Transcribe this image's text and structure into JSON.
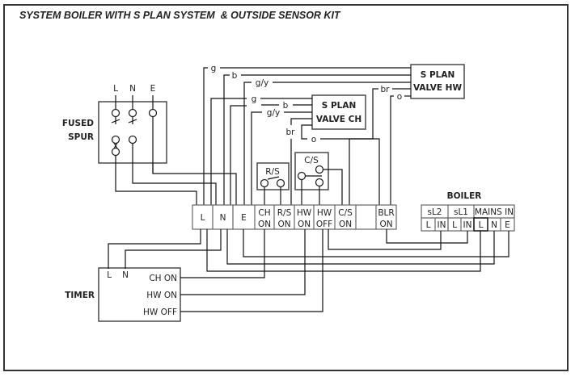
{
  "title": "SYSTEM BOILER WITH S PLAN SYSTEM  & OUTSIDE SENSOR KIT",
  "fused_spur": {
    "label_line1": "FUSED",
    "label_line2": "SPUR",
    "inputs": [
      "L",
      "N",
      "E"
    ]
  },
  "valve_hw": {
    "line1": "S PLAN",
    "line2": "VALVE HW"
  },
  "valve_ch": {
    "line1": "S PLAN",
    "line2": "VALVE CH"
  },
  "wire_colors": {
    "hw_g": "g",
    "hw_b": "b",
    "hw_gy": "g/y",
    "hw_br": "br",
    "hw_o": "o",
    "ch_g": "g",
    "ch_b": "b",
    "ch_gy": "g/y",
    "ch_br": "br",
    "ch_o": "o"
  },
  "room_stat": {
    "label": "R/S"
  },
  "cyl_stat": {
    "label": "C/S"
  },
  "terminal_strip": [
    {
      "top": "L",
      "bottom": ""
    },
    {
      "top": "N",
      "bottom": ""
    },
    {
      "top": "E",
      "bottom": ""
    },
    {
      "top": "CH",
      "bottom": "ON"
    },
    {
      "top": "R/S",
      "bottom": "ON"
    },
    {
      "top": "HW",
      "bottom": "ON"
    },
    {
      "top": "HW",
      "bottom": "OFF"
    },
    {
      "top": "C/S",
      "bottom": "ON"
    },
    {
      "top": "",
      "bottom": ""
    },
    {
      "top": "BLR",
      "bottom": "ON"
    }
  ],
  "boiler": {
    "label": "BOILER",
    "groups": [
      "sL2",
      "sL1",
      "MAINS IN"
    ],
    "terminals": [
      "L",
      "IN",
      "L",
      "IN",
      "L",
      "N",
      "E"
    ]
  },
  "timer": {
    "label": "TIMER",
    "inputs": [
      "L",
      "N"
    ],
    "outputs": [
      "CH ON",
      "HW ON",
      "HW OFF"
    ]
  }
}
